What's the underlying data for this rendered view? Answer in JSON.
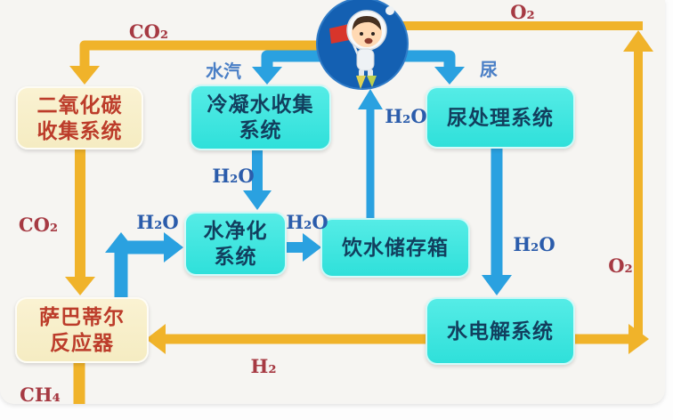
{
  "diagram_type": "space-station water and oxygen regeneration cycle",
  "boxes": {
    "co2_collection": {
      "line1": "二氧化碳",
      "line2": "收集系统"
    },
    "condensate_collection": {
      "line1": "冷凝水收集",
      "line2": "系统"
    },
    "urine_processor": {
      "line1": "尿处理系统",
      "line2": ""
    },
    "water_purifier": {
      "line1": "水净化",
      "line2": "系统"
    },
    "drinking_tank": {
      "line1": "饮水储存箱",
      "line2": ""
    },
    "sabatier_reactor": {
      "line1": "萨巴蒂尔",
      "line2": "反应器"
    },
    "water_electrolysis": {
      "line1": "水电解系统",
      "line2": ""
    }
  },
  "flow_labels": {
    "co2_top": "CO₂",
    "o2_top": "O₂",
    "vapor": "水汽",
    "urine": "尿",
    "h2o_exhale": "H₂O",
    "h2o_condensate": "H₂O",
    "co2_left": "CO₂",
    "h2o_sabatier": "H₂O",
    "h2o_purifier": "H₂O",
    "h2o_urine": "H₂O",
    "o2_right": "O₂",
    "h2_bottom": "H₂",
    "ch4_bottom": "CH₄"
  },
  "edges": [
    {
      "from": "astronaut",
      "to": "co2_collection",
      "label": "CO₂",
      "color": "yellow"
    },
    {
      "from": "co2_collection",
      "to": "sabatier_reactor",
      "label": "CO₂",
      "color": "yellow"
    },
    {
      "from": "astronaut",
      "to": "condensate_collection",
      "label": "水汽",
      "color": "blue"
    },
    {
      "from": "astronaut",
      "to": "urine_processor",
      "label": "尿",
      "color": "blue"
    },
    {
      "from": "condensate_collection",
      "to": "water_purifier",
      "label": "H₂O",
      "color": "blue"
    },
    {
      "from": "sabatier_reactor",
      "to": "water_purifier",
      "label": "H₂O",
      "color": "blue"
    },
    {
      "from": "water_purifier",
      "to": "drinking_tank",
      "label": "H₂O",
      "color": "blue"
    },
    {
      "from": "drinking_tank",
      "to": "astronaut",
      "label": "H₂O",
      "color": "blue"
    },
    {
      "from": "urine_processor",
      "to": "water_electrolysis",
      "label": "H₂O",
      "color": "blue"
    },
    {
      "from": "water_electrolysis",
      "to": "astronaut",
      "label": "O₂",
      "color": "yellow"
    },
    {
      "from": "water_electrolysis",
      "to": "sabatier_reactor",
      "label": "H₂",
      "color": "yellow"
    },
    {
      "from": "sabatier_reactor",
      "to": "out",
      "label": "CH₄",
      "color": "yellow"
    }
  ],
  "colors": {
    "arrow_yellow": "#f0b32a",
    "arrow_blue": "#2aa1e0",
    "box_cyan": "#3fe5df",
    "box_cream": "#f8efca",
    "box_text_dark": "#123f5e",
    "box_text_red": "#bc3c2a",
    "label_red": "#a63a43",
    "label_blue": "#2b5cab",
    "astronaut_circle": "#1460b2",
    "background": "#f6f5f2"
  }
}
